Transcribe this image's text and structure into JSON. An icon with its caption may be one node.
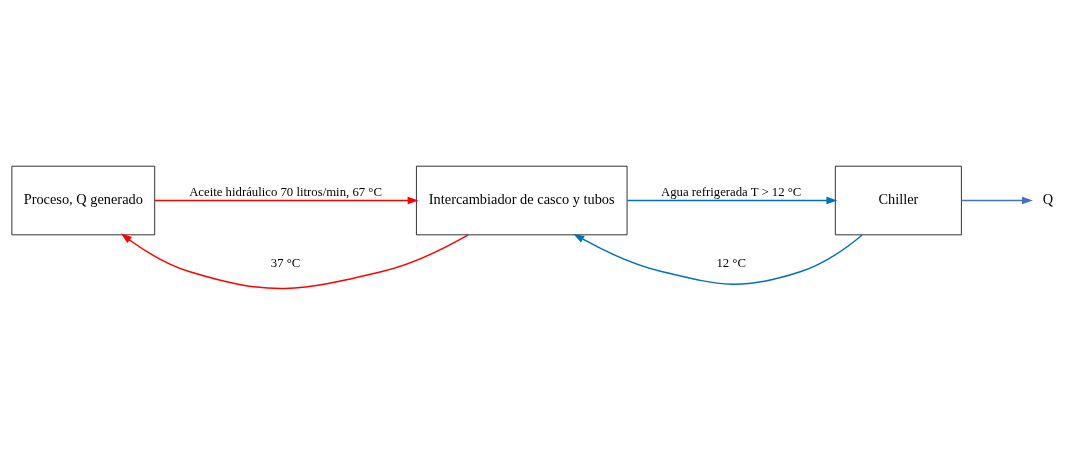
{
  "diagram": {
    "nodes": [
      {
        "text": [
          "Proceso, Q generado"
        ]
      },
      {
        "text": [
          "Intercambiador de casco y tubos"
        ]
      },
      {
        "text": [
          "Chiller"
        ]
      },
      {
        "text": [
          "Q"
        ]
      }
    ],
    "edges": [
      {
        "from": 1,
        "to": 0,
        "arrow": "to",
        "label": "37 °C",
        "color": "#ff0000"
      },
      {
        "from": 0,
        "to": 1,
        "arrow": "to",
        "label": "Aceite hidráulico 70 litros/min, 67 °C",
        "color": "#ff0000"
      },
      {
        "from": 2,
        "to": 1,
        "arrow": "to",
        "label": "12 °C",
        "color": "#0070c0"
      },
      {
        "from": 1,
        "to": 2,
        "arrow": "to",
        "label": "Agua refrigerada T > 12 °C",
        "color": "#0070c0"
      },
      {
        "from": 2,
        "to": 3,
        "arrow": "to",
        "color": "#4472c4"
      }
    ]
  }
}
